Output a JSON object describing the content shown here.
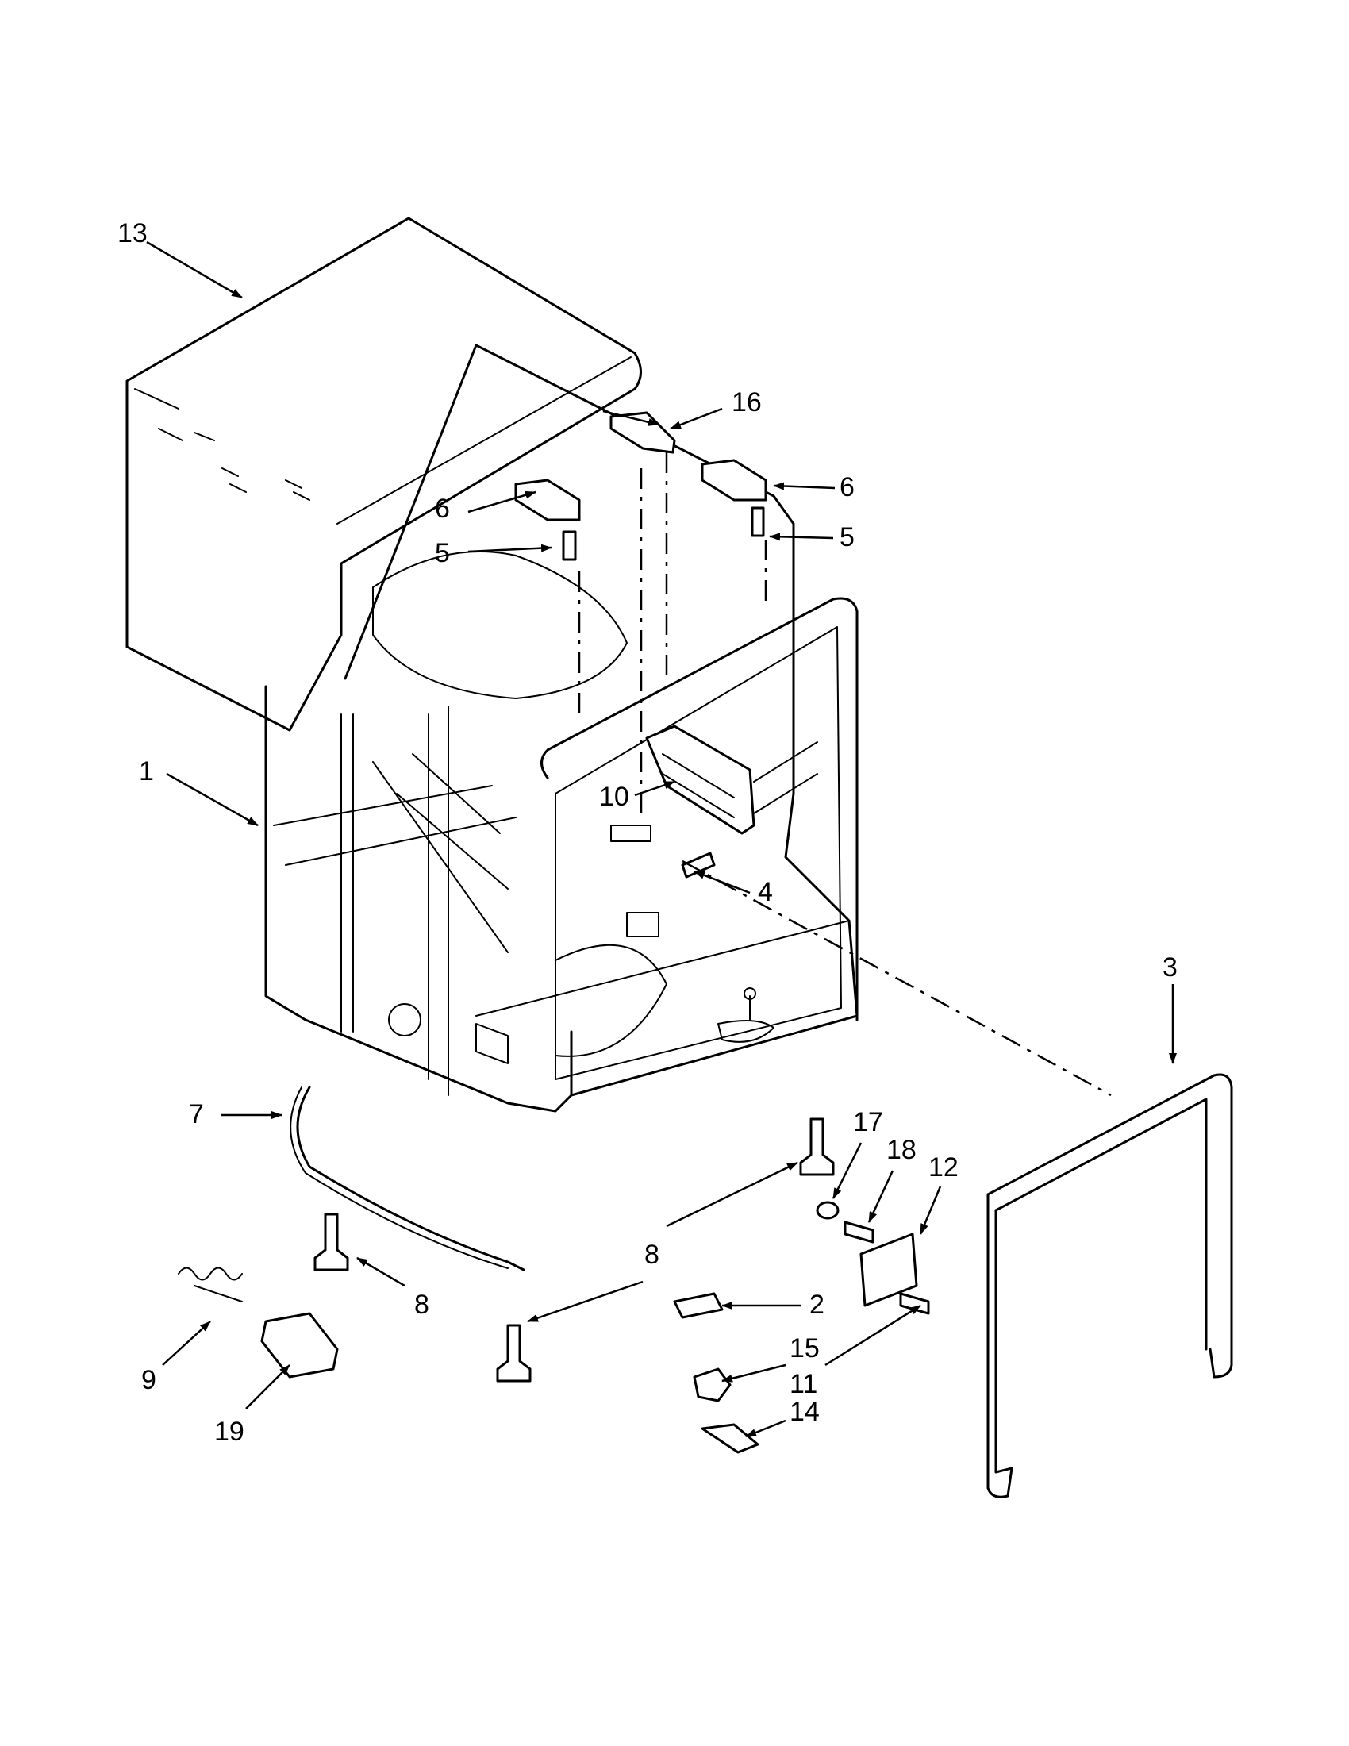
{
  "callouts": {
    "c1": "1",
    "c2": "2",
    "c3": "3",
    "c4": "4",
    "c5a": "5",
    "c5b": "5",
    "c6a": "6",
    "c6b": "6",
    "c7": "7",
    "c8a": "8",
    "c8b": "8",
    "c9": "9",
    "c10": "10",
    "c11": "11",
    "c12": "12",
    "c13": "13",
    "c14": "14",
    "c15": "15",
    "c16": "16",
    "c17": "17",
    "c18": "18",
    "c19": "19"
  }
}
